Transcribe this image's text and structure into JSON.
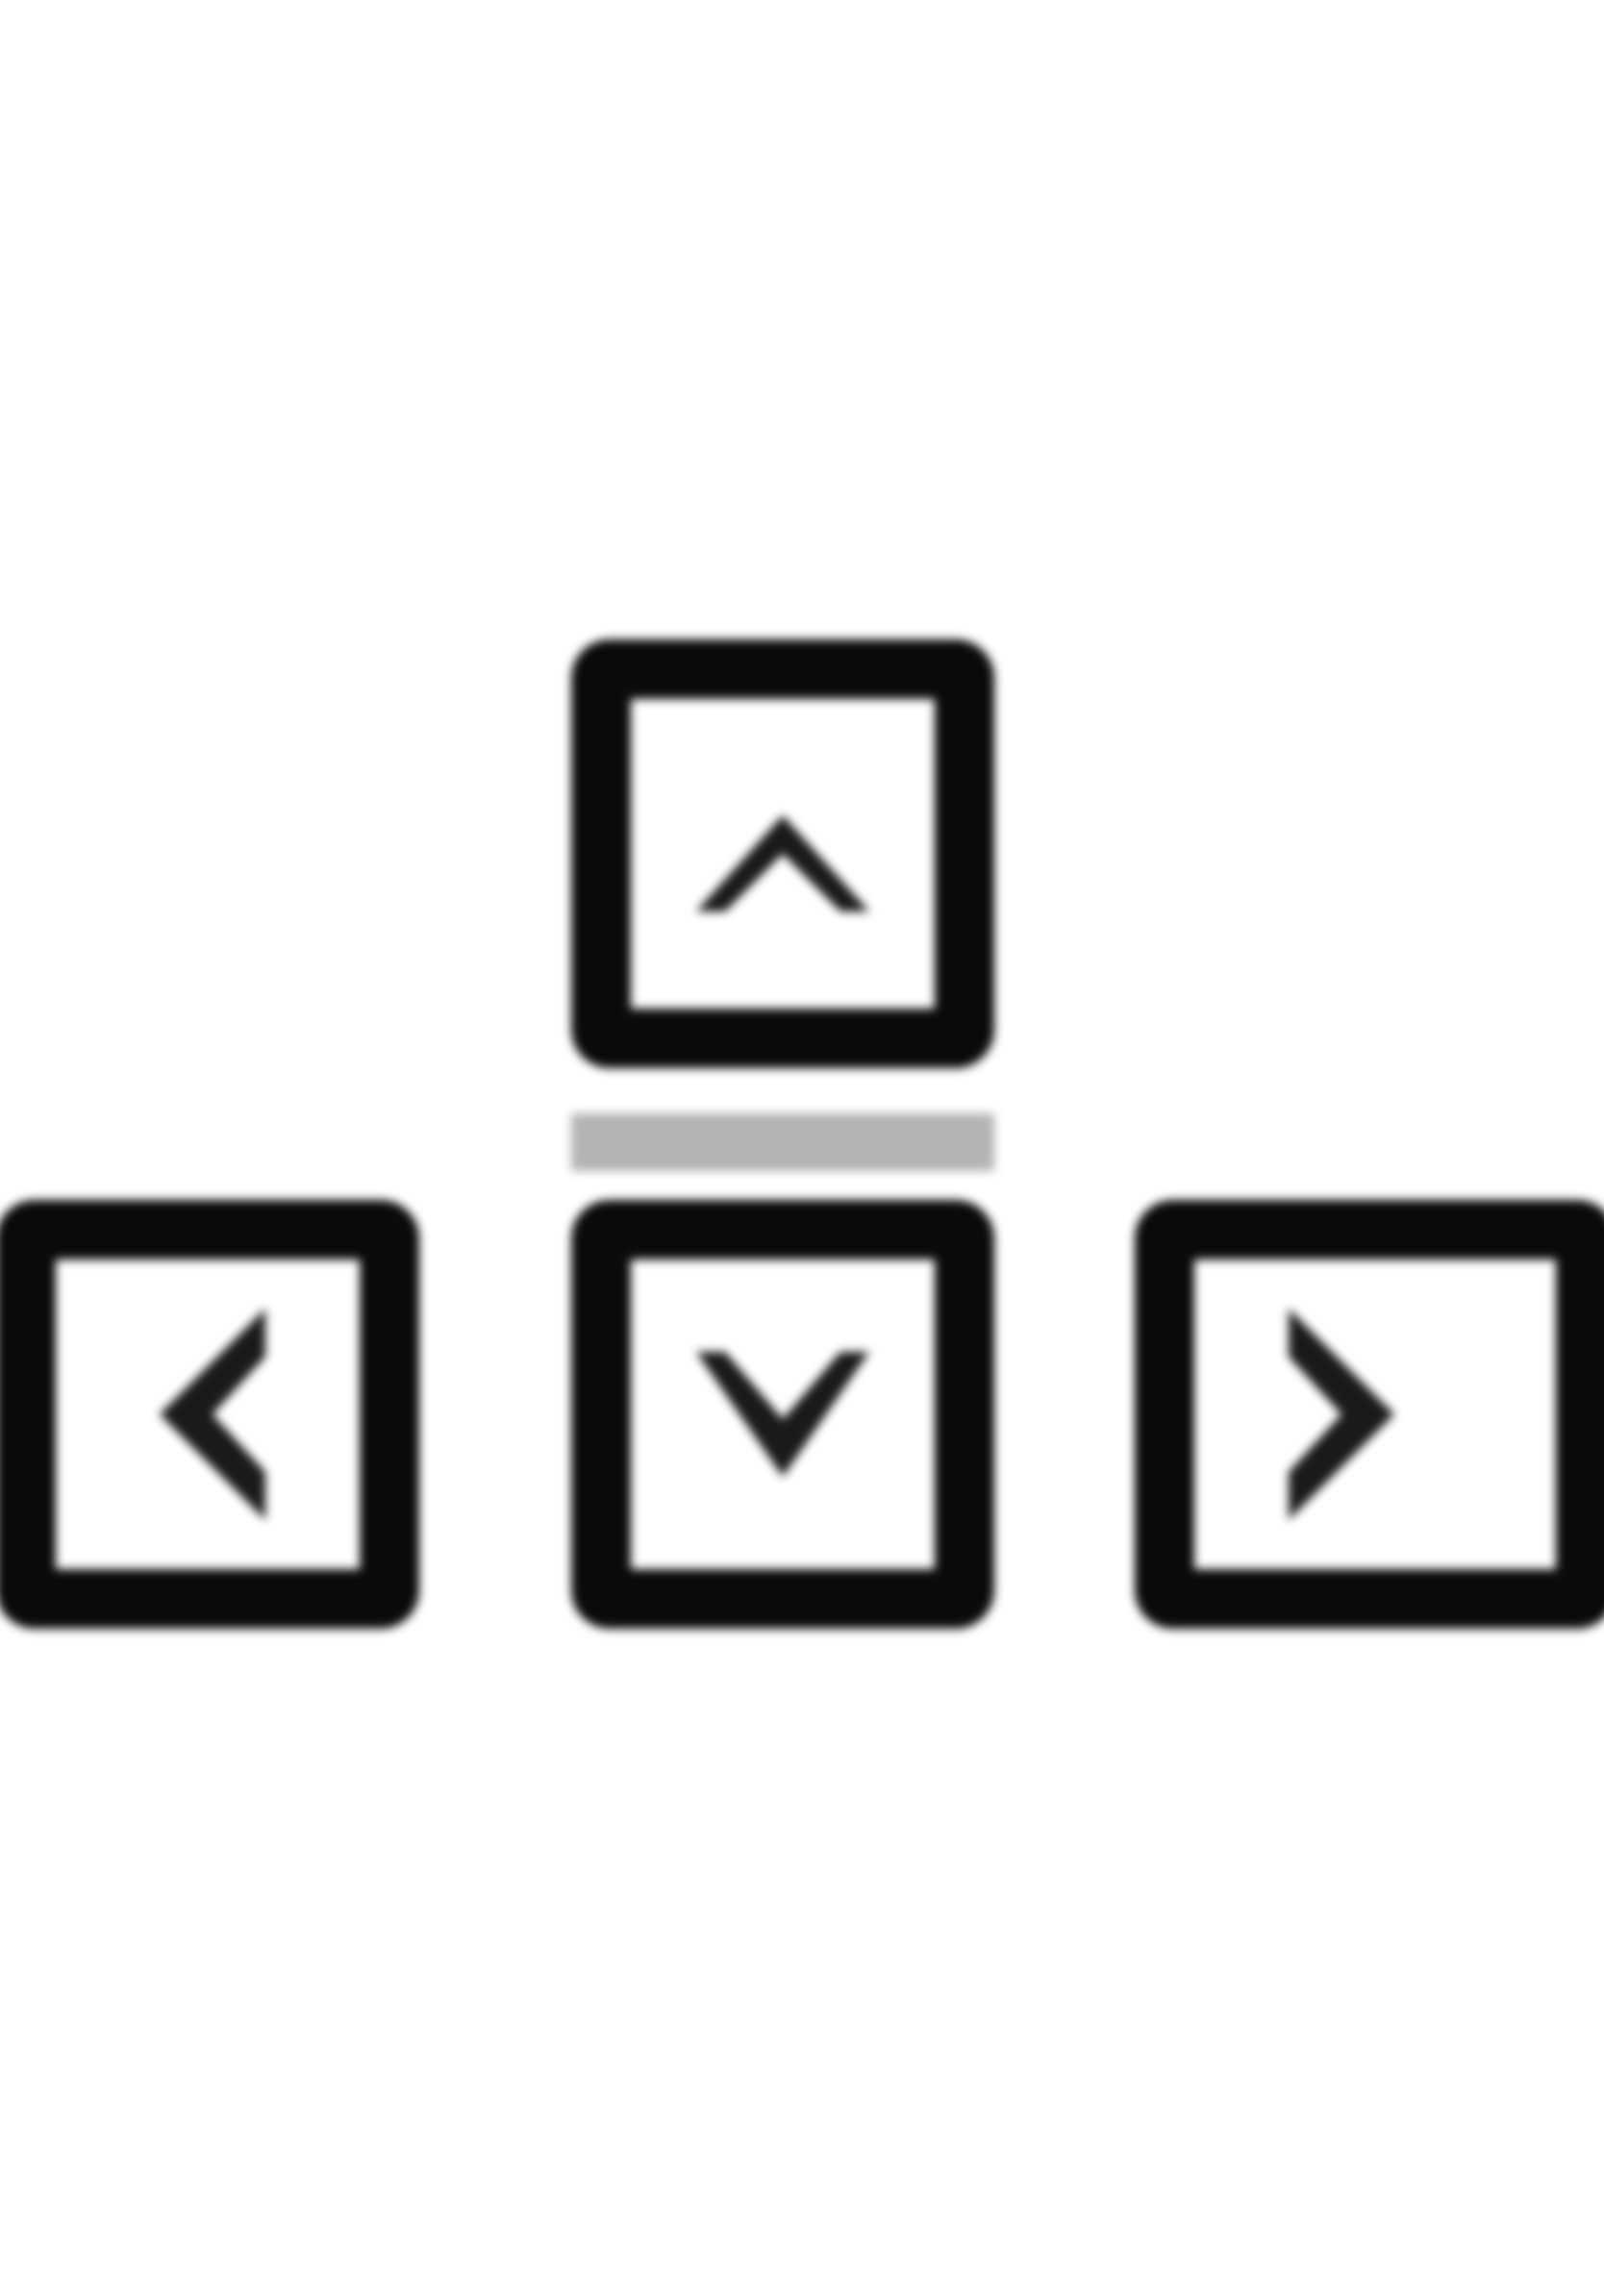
{
  "keys": [
    {
      "name": "up",
      "icon": "chevron-up-icon"
    },
    {
      "name": "left",
      "icon": "chevron-left-icon"
    },
    {
      "name": "down",
      "icon": "chevron-down-icon"
    },
    {
      "name": "right",
      "icon": "chevron-right-icon"
    }
  ],
  "colors": {
    "key_border": "#0a0a0a",
    "key_fill": "#ffffff",
    "gap_bar": "#b3b3b3",
    "background": "#ffffff"
  }
}
